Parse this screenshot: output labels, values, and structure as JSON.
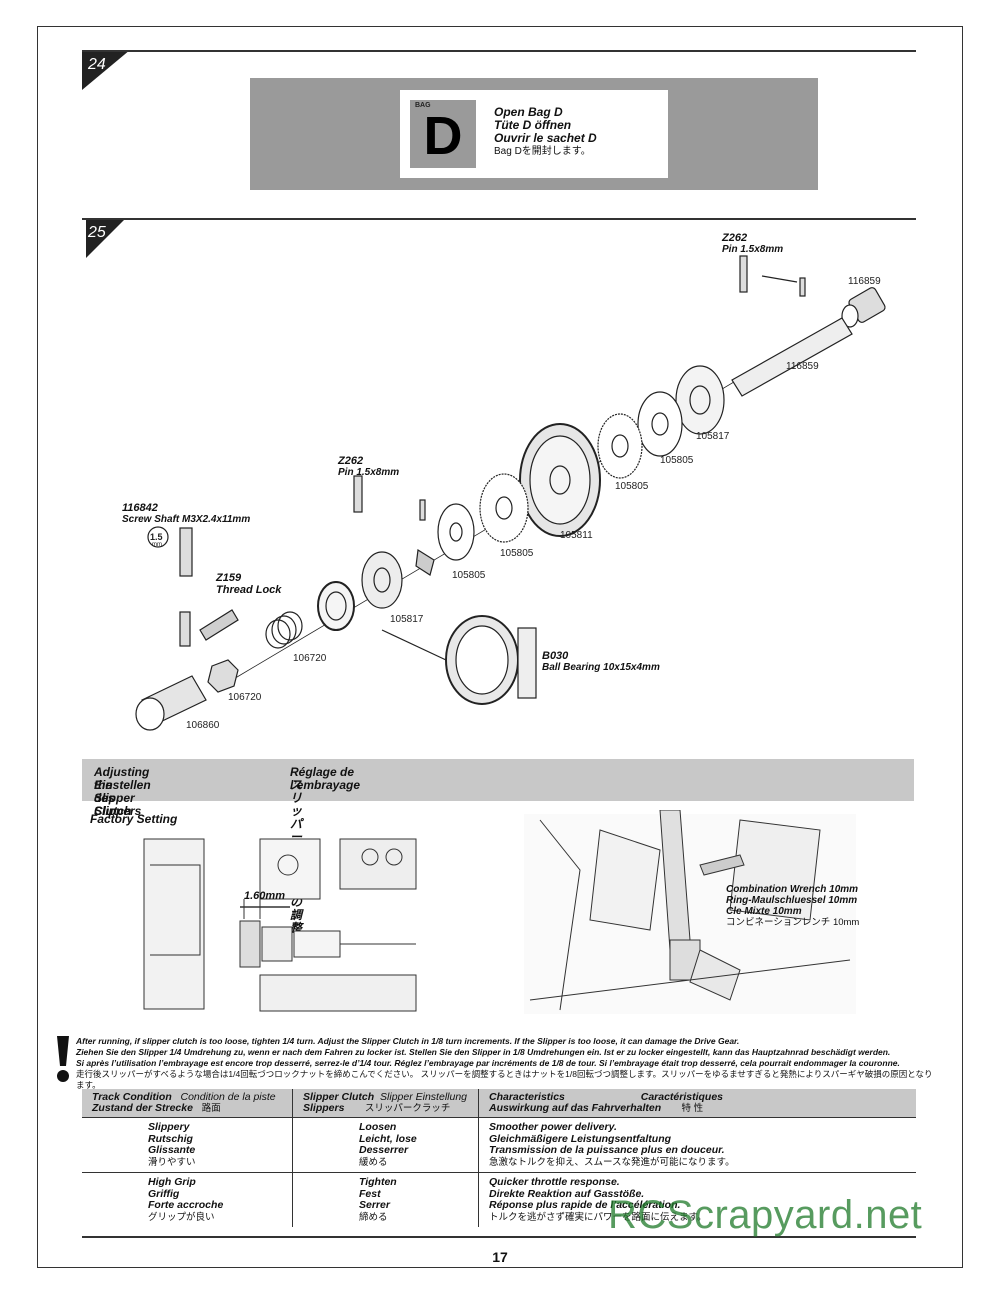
{
  "page_number": "17",
  "watermark": "RCScrapyard.net",
  "step24": {
    "number": "24",
    "bag_label_small": "BAG",
    "bag_letter": "D",
    "lines": [
      "Open Bag D",
      "Tüte D öffnen",
      "Ouvrir le sachet D"
    ],
    "line_jp": "Bag Dを開封します。"
  },
  "step25": {
    "number": "25",
    "parts": {
      "z262_top_id": "Z262",
      "z262_top_desc": "Pin 1.5x8mm",
      "z262_mid_id": "Z262",
      "z262_mid_desc": "Pin 1.5x8mm",
      "p116842_id": "116842",
      "p116842_desc": "Screw Shaft M3X2.4x11mm",
      "z159_id": "Z159",
      "z159_desc": "Thread Lock",
      "b030_id": "B030",
      "b030_desc": "Ball Bearing 10x15x4mm",
      "hex_size": "1.5",
      "hex_unit": "mm"
    },
    "numbers": {
      "n116859a": "116859",
      "n116859b": "116859",
      "n105817a": "105817",
      "n105805a": "105805",
      "n105805b": "105805",
      "n105811": "105811",
      "n105805c": "105805",
      "n105805d": "105805",
      "n105817b": "105817",
      "n106720a": "106720",
      "n106720b": "106720",
      "n106860": "106860"
    }
  },
  "adjust": {
    "en": "Adjusting the Slipper Clutch",
    "de": "Einstellen des Slippers",
    "fr": "Réglage de l’embrayage",
    "jp": "スリッパークラッチの調整",
    "factory": "Factory Setting",
    "gap": "1.60mm",
    "wrench": [
      "Combination Wrench 10mm",
      "Ring-Maulschluessel 10mm",
      "Cle Mixte 10mm"
    ],
    "wrench_jp": "コンビネーションレンチ 10mm"
  },
  "notes": {
    "en": "After running, if slipper clutch is too loose, tighten 1/4 turn. Adjust the Slipper Clutch in 1/8 turn increments. If the Slipper is too loose, it can damage the Drive Gear.",
    "de": "Ziehen Sie den Slipper 1/4 Umdrehung zu, wenn er nach dem Fahren zu locker ist. Stellen Sie den Slipper in 1/8 Umdrehungen ein. Ist er zu locker eingestellt, kann das Hauptzahnrad beschädigt werden.",
    "fr": "Si après l’utilisation l’embrayage est encore trop desserré, serrez-le d’1/4 tour. Réglez l’embrayage par incréments de 1/8 de tour. Si l’embrayage était trop desserré, cela pourrait endommager la couronne.",
    "jp": "走行後スリッパーがすべるような場合は1/4回転づつロックナットを締めこんでください。 スリッパーを調整するときはナットを1/8回転づつ調整します。スリッパーをゆるませすぎると発熱によりスパーギヤ破損の原因となります。"
  },
  "table": {
    "headers": [
      {
        "a": "Track Condition",
        "b": "Condition de la piste",
        "c": "Zustand der Strecke",
        "d": "路面"
      },
      {
        "a": "Slipper Clutch",
        "b": "Slipper Einstellung",
        "c": "Slippers",
        "d": "スリッパークラッチ"
      },
      {
        "a": "Characteristics",
        "b": "Caractéristiques",
        "c": "Auswirkung auf das Fahrverhalten",
        "d": "特 性"
      }
    ],
    "rows": [
      {
        "c1": [
          "Slippery",
          "Rutschig",
          "Glissante"
        ],
        "c1jp": "滑りやすい",
        "c2": [
          "Loosen",
          "Leicht, lose",
          "Desserrer"
        ],
        "c2jp": "緩める",
        "c3": [
          "Smoother power delivery.",
          "Gleichmäßigere Leistungsentfaltung",
          "Transmission de la puissance plus en douceur."
        ],
        "c3jp": "急激なトルクを抑え、スムースな発進が可能になります。"
      },
      {
        "c1": [
          "High Grip",
          "Griffig",
          "Forte accroche"
        ],
        "c1jp": "グリップが良い",
        "c2": [
          "Tighten",
          "Fest",
          "Serrer"
        ],
        "c2jp": "締める",
        "c3": [
          "Quicker throttle response.",
          "Direkte Reaktion auf Gasstöße.",
          "Réponse plus rapide de l’accélération."
        ],
        "c3jp": "トルクを逃がさず確実にパワーを路面に伝えます。"
      }
    ]
  }
}
